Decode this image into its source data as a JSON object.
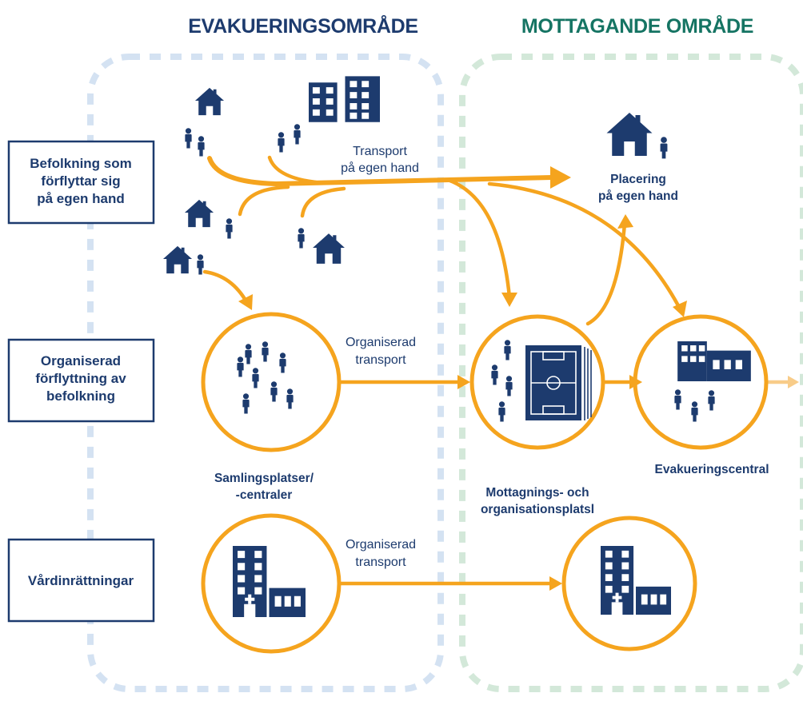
{
  "zones": {
    "evacuation": {
      "title": "EVAKUERINGSOMRÅDE"
    },
    "receiving": {
      "title": "MOTTAGANDE OMRÅDE"
    }
  },
  "rows": [
    {
      "lines": [
        "Befolkning som",
        "förflyttar sig",
        "på egen hand"
      ]
    },
    {
      "lines": [
        "Organiserad",
        "förflyttning av",
        "befolkning"
      ]
    },
    {
      "lines": [
        "Vårdinrättningar"
      ]
    }
  ],
  "nodes": {
    "self_placement": {
      "lines": [
        "Placering",
        "på egen hand"
      ]
    },
    "assembly": {
      "lines": [
        "Samlingsplatser/",
        "-centraler"
      ]
    },
    "reception": {
      "lines": [
        "Mottagnings- och",
        "organisationsplatsl"
      ]
    },
    "evac_center": {
      "lines": [
        "Evakueringscentral"
      ]
    }
  },
  "flows": {
    "own_transport": {
      "lines": [
        "Transport",
        "på egen hand"
      ]
    },
    "organized_1": {
      "lines": [
        "Organiserad",
        "transport"
      ]
    },
    "organized_2": {
      "lines": [
        "Organiserad",
        "transport"
      ]
    }
  },
  "colors": {
    "navy": "#1d3b6e",
    "orange": "#f5a41e",
    "evac_zone_border": "#d4e2f2",
    "recv_zone_border": "#d3e8d9",
    "evac_title": "#1d3b6e",
    "recv_title": "#157463"
  },
  "icons": [
    "house-icon",
    "apartment-building-icon",
    "person-icon",
    "stadium-icon",
    "hospital-icon",
    "evacuation-center-building-icon"
  ]
}
